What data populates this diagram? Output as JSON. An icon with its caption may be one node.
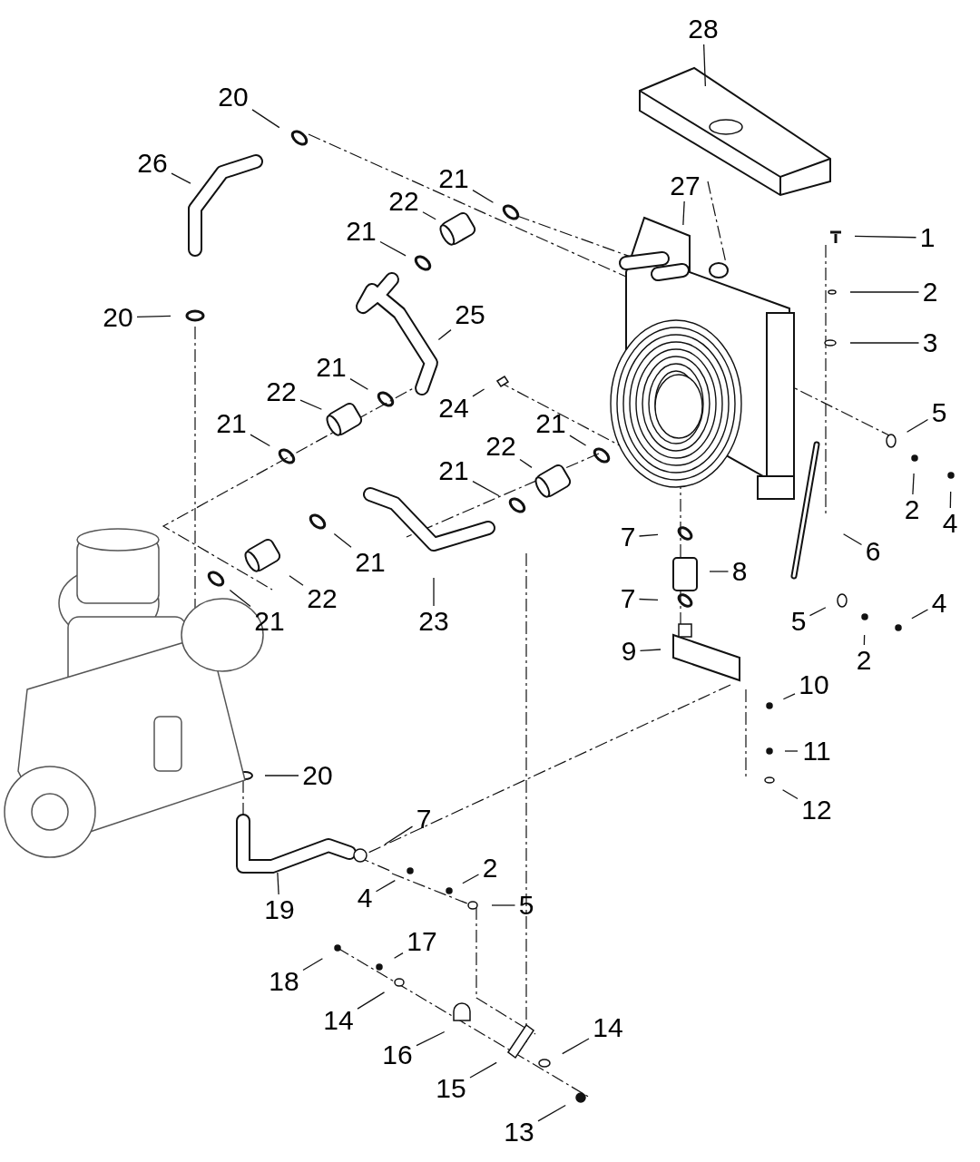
{
  "diagram": {
    "nodes": [
      {
        "text": [
          "28"
        ]
      },
      {
        "text": [
          "20"
        ]
      },
      {
        "text": [
          "26"
        ]
      },
      {
        "text": [
          "21"
        ]
      },
      {
        "text": [
          "22"
        ]
      },
      {
        "text": [
          "27"
        ]
      },
      {
        "text": [
          "1"
        ]
      },
      {
        "text": [
          "21"
        ]
      },
      {
        "text": [
          "2"
        ]
      },
      {
        "text": [
          "20"
        ]
      },
      {
        "text": [
          "25"
        ]
      },
      {
        "text": [
          "3"
        ]
      },
      {
        "text": [
          "21"
        ]
      },
      {
        "text": [
          "22"
        ]
      },
      {
        "text": [
          "24"
        ]
      },
      {
        "text": [
          "5"
        ]
      },
      {
        "text": [
          "21"
        ]
      },
      {
        "text": [
          "21"
        ]
      },
      {
        "text": [
          "22"
        ]
      },
      {
        "text": [
          "21"
        ]
      },
      {
        "text": [
          "2"
        ]
      },
      {
        "text": [
          "4"
        ]
      },
      {
        "text": [
          "6"
        ]
      },
      {
        "text": [
          "7"
        ]
      },
      {
        "text": [
          "8"
        ]
      },
      {
        "text": [
          "21"
        ]
      },
      {
        "text": [
          "22"
        ]
      },
      {
        "text": [
          "23"
        ]
      },
      {
        "text": [
          "7"
        ]
      },
      {
        "text": [
          "4"
        ]
      },
      {
        "text": [
          "21"
        ]
      },
      {
        "text": [
          "5"
        ]
      },
      {
        "text": [
          "9"
        ]
      },
      {
        "text": [
          "2"
        ]
      },
      {
        "text": [
          "10"
        ]
      },
      {
        "text": [
          "11"
        ]
      },
      {
        "text": [
          "20"
        ]
      },
      {
        "text": [
          "12"
        ]
      },
      {
        "text": [
          "7"
        ]
      },
      {
        "text": [
          "2"
        ]
      },
      {
        "text": [
          "4"
        ]
      },
      {
        "text": [
          "19"
        ]
      },
      {
        "text": [
          "5"
        ]
      },
      {
        "text": [
          "17"
        ]
      },
      {
        "text": [
          "18"
        ]
      },
      {
        "text": [
          "14"
        ]
      },
      {
        "text": [
          "14"
        ]
      },
      {
        "text": [
          "16"
        ]
      },
      {
        "text": [
          "15"
        ]
      },
      {
        "text": [
          "13"
        ]
      }
    ],
    "edges": [
      {
        "from": 0,
        "to": null,
        "arrow": "none"
      },
      {
        "from": 1,
        "to": null,
        "arrow": "none"
      },
      {
        "from": 2,
        "to": null,
        "arrow": "none"
      },
      {
        "from": 3,
        "to": null,
        "arrow": "none"
      },
      {
        "from": 4,
        "to": null,
        "arrow": "none"
      },
      {
        "from": 5,
        "to": null,
        "arrow": "none"
      },
      {
        "from": 6,
        "to": null,
        "arrow": "none"
      },
      {
        "from": 7,
        "to": null,
        "arrow": "none"
      },
      {
        "from": 8,
        "to": null,
        "arrow": "none"
      },
      {
        "from": 9,
        "to": null,
        "arrow": "none"
      },
      {
        "from": 10,
        "to": null,
        "arrow": "none"
      },
      {
        "from": 11,
        "to": null,
        "arrow": "none"
      },
      {
        "from": 12,
        "to": null,
        "arrow": "none"
      },
      {
        "from": 13,
        "to": null,
        "arrow": "none"
      },
      {
        "from": 14,
        "to": null,
        "arrow": "none"
      },
      {
        "from": 15,
        "to": null,
        "arrow": "none"
      },
      {
        "from": 16,
        "to": null,
        "arrow": "none"
      },
      {
        "from": 17,
        "to": null,
        "arrow": "none"
      },
      {
        "from": 18,
        "to": null,
        "arrow": "none"
      },
      {
        "from": 19,
        "to": null,
        "arrow": "none"
      },
      {
        "from": 20,
        "to": null,
        "arrow": "none"
      },
      {
        "from": 21,
        "to": null,
        "arrow": "none"
      },
      {
        "from": 22,
        "to": null,
        "arrow": "none"
      },
      {
        "from": 23,
        "to": null,
        "arrow": "none"
      },
      {
        "from": 24,
        "to": null,
        "arrow": "none"
      },
      {
        "from": 25,
        "to": null,
        "arrow": "none"
      },
      {
        "from": 26,
        "to": null,
        "arrow": "none"
      },
      {
        "from": 27,
        "to": null,
        "arrow": "none"
      },
      {
        "from": 28,
        "to": null,
        "arrow": "none"
      },
      {
        "from": 29,
        "to": null,
        "arrow": "none"
      },
      {
        "from": 30,
        "to": null,
        "arrow": "none"
      },
      {
        "from": 31,
        "to": null,
        "arrow": "none"
      },
      {
        "from": 32,
        "to": null,
        "arrow": "none"
      },
      {
        "from": 33,
        "to": null,
        "arrow": "none"
      },
      {
        "from": 34,
        "to": null,
        "arrow": "none"
      },
      {
        "from": 35,
        "to": null,
        "arrow": "none"
      },
      {
        "from": 36,
        "to": null,
        "arrow": "none"
      },
      {
        "from": 37,
        "to": null,
        "arrow": "none"
      },
      {
        "from": 38,
        "to": null,
        "arrow": "none"
      },
      {
        "from": 39,
        "to": null,
        "arrow": "none"
      },
      {
        "from": 40,
        "to": null,
        "arrow": "none"
      },
      {
        "from": 41,
        "to": null,
        "arrow": "none"
      },
      {
        "from": 42,
        "to": null,
        "arrow": "none"
      },
      {
        "from": 43,
        "to": null,
        "arrow": "none"
      },
      {
        "from": 44,
        "to": null,
        "arrow": "none"
      },
      {
        "from": 45,
        "to": null,
        "arrow": "none"
      },
      {
        "from": 46,
        "to": null,
        "arrow": "none"
      },
      {
        "from": 47,
        "to": null,
        "arrow": "none"
      },
      {
        "from": 48,
        "to": null,
        "arrow": "none"
      },
      {
        "from": 49,
        "to": null,
        "arrow": "none"
      }
    ]
  }
}
